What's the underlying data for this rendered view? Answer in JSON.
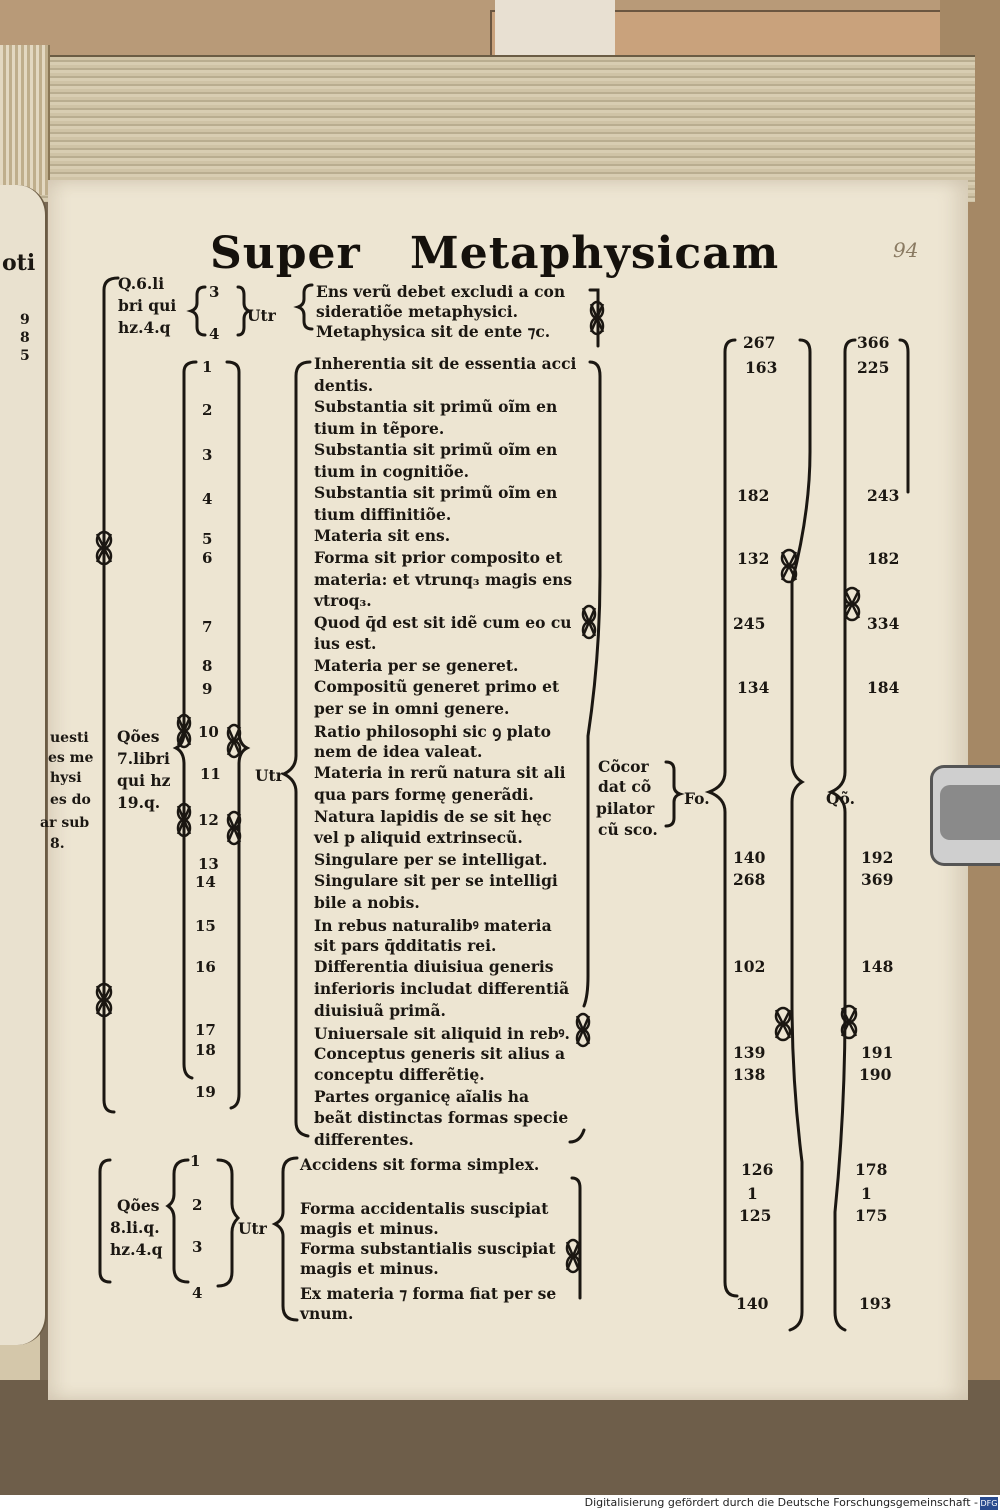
{
  "document": {
    "title_word_1": "Super",
    "title_word_2": "Metaphysicam",
    "folio": "94",
    "footer": "Digitalisierung gefördert durch die Deutsche Forschungsgemeinschaft -",
    "footer_logo": "DFG"
  },
  "left_margin_cut": [
    "oti",
    "9",
    "8",
    "5"
  ],
  "left_cut_lower": [
    "uesti",
    "es me",
    "hysi",
    "es do",
    "ar sub",
    "8."
  ],
  "section_a": {
    "head": [
      "Q.6.li",
      "bri qui",
      "hz.4.q"
    ],
    "numbers": [
      "3",
      "4"
    ],
    "utr": "Utr",
    "lines": [
      "Ens verũ debet excludi a con",
      "sideratiõe metaphysici.",
      "Metaphysica sit de ente ⁊c."
    ]
  },
  "section_b": {
    "head": [
      "Qões",
      "7.libri",
      "qui hz",
      "19.q."
    ],
    "utr": "Utr",
    "numbers": [
      "1",
      "2",
      "3",
      "4",
      "5",
      "6",
      "7",
      "8",
      "9",
      "10",
      "11",
      "12",
      "13",
      "14",
      "15",
      "16",
      "17",
      "18",
      "19"
    ],
    "lines": [
      "Inherentia sit de essentia acci",
      "dentis.",
      "Substantia sit primũ oĩm en",
      "tium in tẽpore.",
      "Substantia sit primũ oĩm en",
      "tium in cognitiõe.",
      "Substantia sit primũ oĩm en",
      "tium diffinitiõe.",
      "Materia sit ens.",
      "Forma sit prior composito et",
      "materia: et vtrunq₃ magis ens",
      "vtroq₃.",
      "Quod q̄d est sit idẽ cum eo cu",
      "ius est.",
      "Materia per se generet.",
      "Compositũ generet primo et",
      "per se in omni genere.",
      "Ratio philosophi sic ꝯ plato",
      "nem de idea valeat.",
      "Materia in rerũ natura sit ali",
      "qua pars formę generãdi.",
      "Natura lapidis de se sit hęc",
      "vel p aliquid extrinsecũ.",
      "Singulare per se intelligat.",
      "Singulare sit per se intelligi",
      "bile a nobis.",
      "In rebus naturalibꝰ materia",
      "sit pars q̄dditatis rei.",
      "Differentia diuisiua generis",
      "inferioris includat differentiã",
      "diuisiuã primã.",
      "Uniuersale sit aliquid in rebꝰ.",
      "Conceptus generis sit alius a",
      "conceptu differẽtię.",
      "Partes organicę aĩalis ha",
      "beãt distinctas formas specie",
      "differentes."
    ]
  },
  "section_c": {
    "head": [
      "Qões",
      "8.li.q.",
      "hz.4.q"
    ],
    "utr": "Utr",
    "numbers": [
      "1",
      "2",
      "3",
      "4"
    ],
    "lines": [
      "Accidens sit forma simplex.",
      "Forma accidentalis suscipiat",
      "magis et minus.",
      "Forma substantialis suscipiat",
      "magis et minus.",
      "Ex materia ⁊ forma fiat per se",
      "vnum."
    ]
  },
  "concordance": {
    "label": [
      "Cõcor",
      "dat cõ",
      "pilator",
      "cũ sco."
    ],
    "fo": "Fo.",
    "qo": "Qõ.",
    "fo_numbers": [
      "267",
      "163",
      "182",
      "132",
      "245",
      "134",
      "140",
      "268",
      "102",
      "139",
      "138",
      "126",
      "1",
      "125",
      "140"
    ],
    "qo_numbers": [
      "366",
      "225",
      "243",
      "182",
      "334",
      "184",
      "192",
      "369",
      "148",
      "191",
      "190",
      "178",
      "1",
      "175",
      "193"
    ]
  }
}
